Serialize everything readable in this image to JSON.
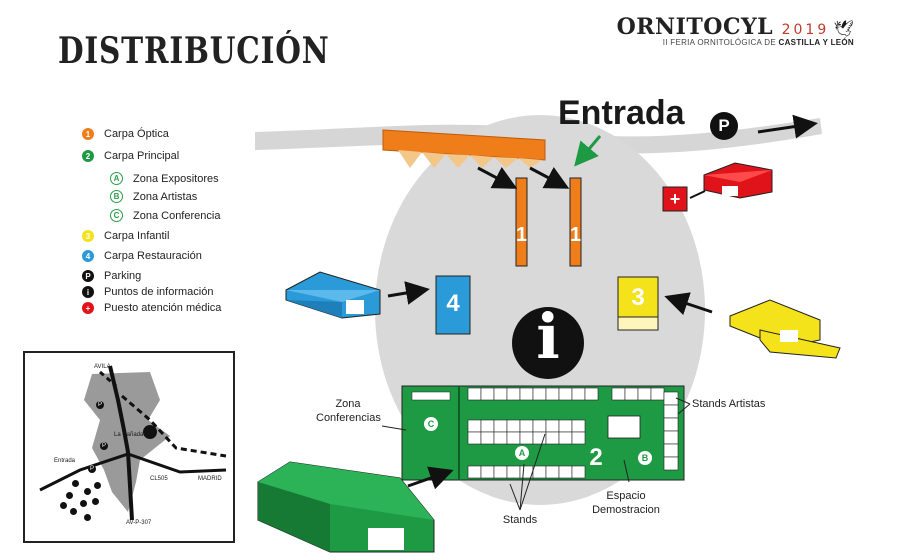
{
  "title": "DISTRIBUCIÓN",
  "brand": {
    "name": "ORNITOCYL",
    "year": "2019",
    "subtitle_prefix": "II FERIA ORNITOLÓGICA DE",
    "subtitle_strong": "CASTILLA Y LEÓN"
  },
  "legend": [
    {
      "badge": "1",
      "label": "Carpa Óptica",
      "color": "#ee7d1a",
      "style": "solid"
    },
    {
      "badge": "2",
      "label": "Carpa Principal",
      "color": "#1f9a44",
      "style": "solid"
    },
    {
      "badge": "A",
      "label": "Zona Expositores",
      "color": "#1f9a44",
      "style": "ring"
    },
    {
      "badge": "B",
      "label": "Zona Artistas",
      "color": "#1f9a44",
      "style": "ring"
    },
    {
      "badge": "C",
      "label": "Zona Conferencia",
      "color": "#1f9a44",
      "style": "ring"
    },
    {
      "badge": "3",
      "label": "Carpa Infantil",
      "color": "#f4e21b",
      "style": "solid"
    },
    {
      "badge": "4",
      "label": "Carpa Restauración",
      "color": "#2b9ad8",
      "style": "solid"
    },
    {
      "badge": "P",
      "label": "Parking",
      "color": "#111111",
      "style": "solid"
    },
    {
      "badge": "i",
      "label": "Puntos de información",
      "color": "#111111",
      "style": "solid"
    },
    {
      "badge": "+",
      "label": "Puesto atención médica",
      "color": "#e0131b",
      "style": "solid"
    }
  ],
  "map": {
    "entrance_label": "Entrada",
    "parking_badge": "P",
    "info_badge": "i",
    "tent1_number": "1",
    "tent2_number": "2",
    "tent3_number": "3",
    "tent4_number": "4",
    "zone_a": "A",
    "zone_b": "B",
    "zone_c": "C",
    "zona_conferencias": "Zona Conferencias",
    "stands_artistas": "Stands Artistas",
    "espacio_demostracion": "Espacio Demostracion",
    "stands": "Stands"
  },
  "inset": {
    "labels": [
      "AVILA",
      "La Cañada",
      "Entrada",
      "CL505",
      "MADRID",
      "AV-P-307"
    ],
    "parking_badge": "P"
  },
  "colors": {
    "orange": "#ee7d1a",
    "green": "#1f9a44",
    "yellow": "#f4e21b",
    "blue": "#2b9ad8",
    "red": "#e0131b",
    "gray_area": "#d9d9d9",
    "road": "#d6d6d6"
  }
}
